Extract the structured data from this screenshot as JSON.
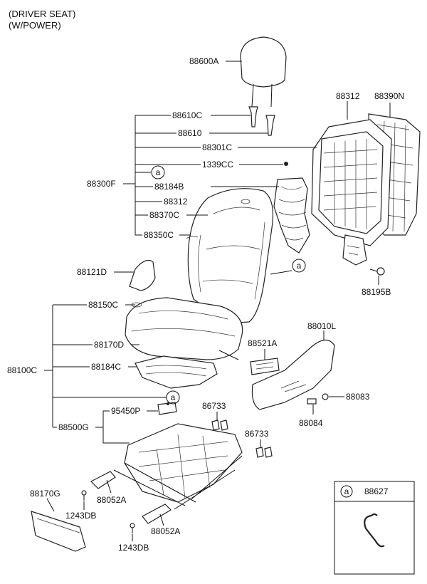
{
  "header": {
    "line1": "(DRIVER SEAT)",
    "line2": "(W/POWER)"
  },
  "labels": {
    "p88600A": "88600A",
    "p88312_top": "88312",
    "p88390N": "88390N",
    "p88610C": "88610C",
    "p88610": "88610",
    "p88301C": "88301C",
    "p1339CC": "1339CC",
    "p88300F": "88300F",
    "p88184B": "88184B",
    "p88312": "88312",
    "p88370C": "88370C",
    "p88350C": "88350C",
    "p88121D": "88121D",
    "p88195B": "88195B",
    "p88150C": "88150C",
    "p88010L": "88010L",
    "p88521A": "88521A",
    "p88170D": "88170D",
    "p88100C": "88100C",
    "p88184C": "88184C",
    "p88083": "88083",
    "p95450P": "95450P",
    "p86733_a": "86733",
    "p88500G": "88500G",
    "p88084": "88084",
    "p86733_b": "86733",
    "p88170G": "88170G",
    "p88052A_a": "88052A",
    "p1243DB_a": "1243DB",
    "p88052A_b": "88052A",
    "p1243DB_b": "1243DB"
  },
  "callout": {
    "letter": "a"
  },
  "legend_box": {
    "letter": "a",
    "part": "88627"
  }
}
